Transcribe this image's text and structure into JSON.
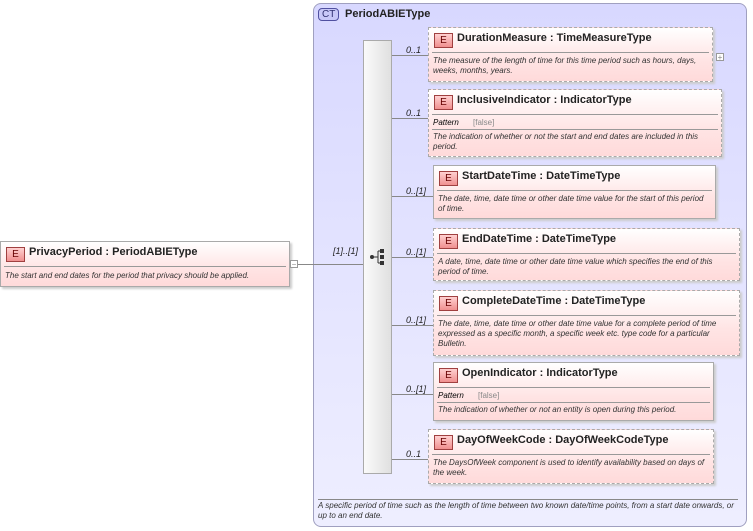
{
  "complex_type": {
    "badge": "CT",
    "name": "PeriodABIEType",
    "description": "A specific period of time such as the length of time between two known date/time points, from a start date onwards, or up to an end date."
  },
  "root": {
    "badge": "E",
    "name": "PrivacyPeriod",
    "type": "PeriodABIEType",
    "label": "PrivacyPeriod : PeriodABIEType",
    "description": "The start and end dates for the period that privacy should be applied.",
    "cardinality": "[1]..[1]",
    "toggle": "−"
  },
  "children": [
    {
      "label": "DurationMeasure : TimeMeasureType",
      "cardinality": "0..1",
      "description": "The measure of the length of time for this time period such as hours, days, weeks, months, years.",
      "toggle": "+"
    },
    {
      "label": "InclusiveIndicator : IndicatorType",
      "cardinality": "0..1",
      "pattern_label": "Pattern",
      "pattern_value": "[false]",
      "description": "The indication of whether or not the start and end dates are included in this period."
    },
    {
      "label": "StartDateTime : DateTimeType",
      "cardinality": "0..[1]",
      "description": "The date, time, date time or other date time value for the start of this period of time."
    },
    {
      "label": "EndDateTime : DateTimeType",
      "cardinality": "0..[1]",
      "description": "A date, time, date time or other date time value which specifies the end of this period of time."
    },
    {
      "label": "CompleteDateTime : DateTimeType",
      "cardinality": "0..[1]",
      "description": "The date, time, date time or other date time value for a complete period of time expressed as a specific month, a specific week etc. type code for a particular Bulletin."
    },
    {
      "label": "OpenIndicator : IndicatorType",
      "cardinality": "0..[1]",
      "pattern_label": "Pattern",
      "pattern_value": "[false]",
      "description": "The indication of whether or not an entity is open during this period."
    },
    {
      "label": "DayOfWeekCode : DayOfWeekCodeType",
      "cardinality": "0..1",
      "description": "The DaysOfWeek component is used to identify availability based on days of the week."
    }
  ],
  "element_badge": "E"
}
